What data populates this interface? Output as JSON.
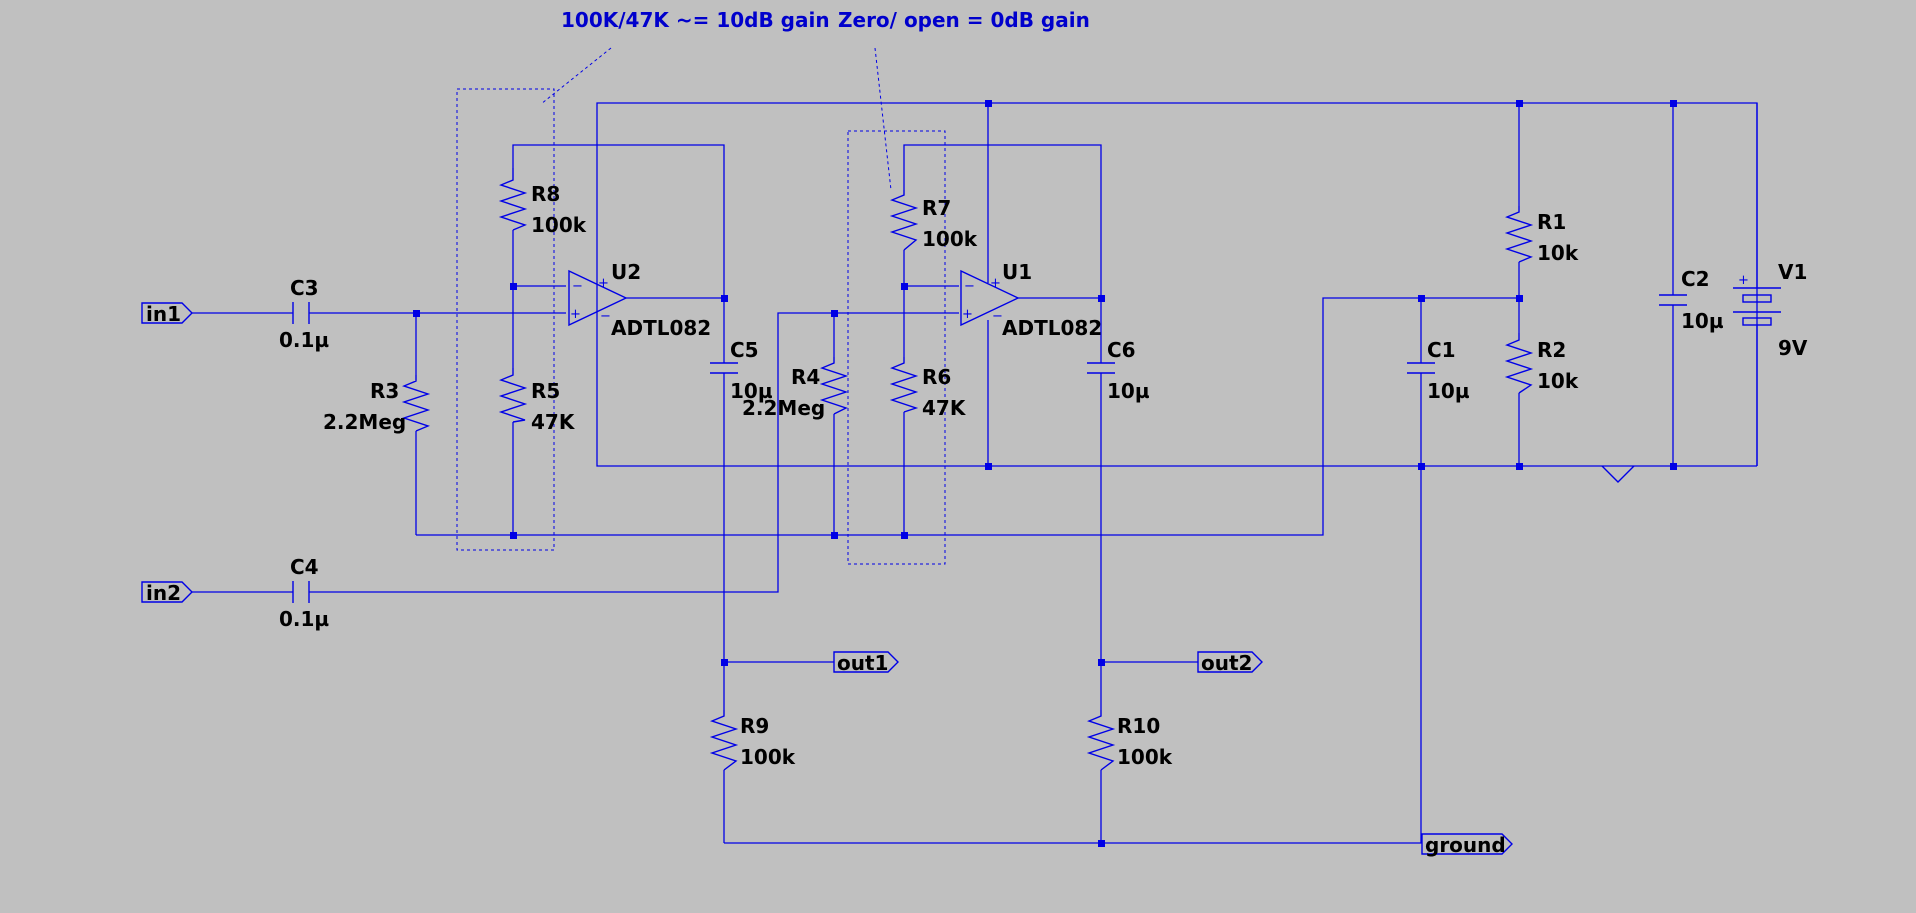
{
  "notes": {
    "gain_left": "100K/47K ~= 10dB gain",
    "gain_right": "Zero/ open = 0dB gain"
  },
  "ports": {
    "in1": "in1",
    "in2": "in2",
    "out1": "out1",
    "out2": "out2",
    "ground": "ground"
  },
  "components": {
    "C3": {
      "ref": "C3",
      "value": "0.1µ"
    },
    "C4": {
      "ref": "C4",
      "value": "0.1µ"
    },
    "R3": {
      "ref": "R3",
      "value": "2.2Meg"
    },
    "R8": {
      "ref": "R8",
      "value": "100k"
    },
    "R5": {
      "ref": "R5",
      "value": "47K"
    },
    "U2": {
      "ref": "U2",
      "value": "ADTL082"
    },
    "C5": {
      "ref": "C5",
      "value": "10µ"
    },
    "R4": {
      "ref": "R4",
      "value": "2.2Meg"
    },
    "R7": {
      "ref": "R7",
      "value": "100k"
    },
    "R6": {
      "ref": "R6",
      "value": "47K"
    },
    "U1": {
      "ref": "U1",
      "value": "ADTL082"
    },
    "C6": {
      "ref": "C6",
      "value": "10µ"
    },
    "C1": {
      "ref": "C1",
      "value": "10µ"
    },
    "R1": {
      "ref": "R1",
      "value": "10k"
    },
    "R2": {
      "ref": "R2",
      "value": "10k"
    },
    "C2": {
      "ref": "C2",
      "value": "10µ"
    },
    "V1": {
      "ref": "V1",
      "value": "9V"
    },
    "R9": {
      "ref": "R9",
      "value": "100k"
    },
    "R10": {
      "ref": "R10",
      "value": "100k"
    }
  },
  "colors": {
    "background": "#c0c0c0",
    "wire": "#0000e6",
    "note": "#0000cc",
    "label": "#000000"
  }
}
